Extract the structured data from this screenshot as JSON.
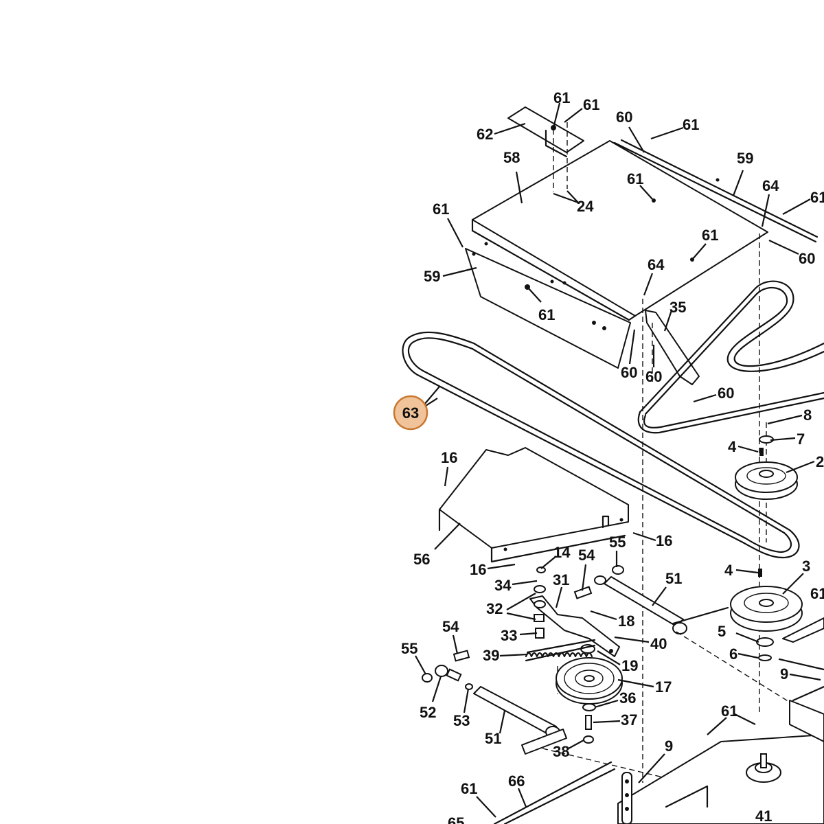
{
  "highlight": {
    "label": "63",
    "fill": "#f0c39a",
    "stroke": "#c8772f"
  },
  "callouts": [
    {
      "id": "c1",
      "label": "61"
    },
    {
      "id": "c2",
      "label": "61"
    },
    {
      "id": "c3",
      "label": "62"
    },
    {
      "id": "c4",
      "label": "60"
    },
    {
      "id": "c5",
      "label": "61"
    },
    {
      "id": "c6",
      "label": "58"
    },
    {
      "id": "c7",
      "label": "59"
    },
    {
      "id": "c8",
      "label": "61"
    },
    {
      "id": "c9",
      "label": "64"
    },
    {
      "id": "c10",
      "label": "61"
    },
    {
      "id": "c11",
      "label": "24"
    },
    {
      "id": "c12",
      "label": "61"
    },
    {
      "id": "c13",
      "label": "59"
    },
    {
      "id": "c14",
      "label": "61"
    },
    {
      "id": "c15",
      "label": "60"
    },
    {
      "id": "c16",
      "label": "64"
    },
    {
      "id": "c17",
      "label": "35"
    },
    {
      "id": "c18",
      "label": "61"
    },
    {
      "id": "c19",
      "label": "60"
    },
    {
      "id": "c20",
      "label": "60"
    },
    {
      "id": "c21",
      "label": "60"
    },
    {
      "id": "c22",
      "label": "8"
    },
    {
      "id": "c23",
      "label": "7"
    },
    {
      "id": "c24",
      "label": "4"
    },
    {
      "id": "c25",
      "label": "2"
    },
    {
      "id": "c26",
      "label": "16"
    },
    {
      "id": "c27",
      "label": "16"
    },
    {
      "id": "c28",
      "label": "55"
    },
    {
      "id": "c29",
      "label": "56"
    },
    {
      "id": "c30",
      "label": "16"
    },
    {
      "id": "c31",
      "label": "14"
    },
    {
      "id": "c32",
      "label": "54"
    },
    {
      "id": "c33",
      "label": "4"
    },
    {
      "id": "c34",
      "label": "3"
    },
    {
      "id": "c35",
      "label": "34"
    },
    {
      "id": "c36",
      "label": "31"
    },
    {
      "id": "c37",
      "label": "51"
    },
    {
      "id": "c38",
      "label": "61"
    },
    {
      "id": "c39",
      "label": "32"
    },
    {
      "id": "c40",
      "label": "18"
    },
    {
      "id": "c41",
      "label": "5"
    },
    {
      "id": "c42",
      "label": "33"
    },
    {
      "id": "c43",
      "label": "40"
    },
    {
      "id": "c44",
      "label": "6"
    },
    {
      "id": "c45",
      "label": "54"
    },
    {
      "id": "c46",
      "label": "55"
    },
    {
      "id": "c47",
      "label": "39"
    },
    {
      "id": "c48",
      "label": "19"
    },
    {
      "id": "c49",
      "label": "9"
    },
    {
      "id": "c50",
      "label": "17"
    },
    {
      "id": "c51",
      "label": "52"
    },
    {
      "id": "c52",
      "label": "53"
    },
    {
      "id": "c53",
      "label": "36"
    },
    {
      "id": "c54",
      "label": "61"
    },
    {
      "id": "c55",
      "label": "37"
    },
    {
      "id": "c56",
      "label": "51"
    },
    {
      "id": "c57",
      "label": "38"
    },
    {
      "id": "c58",
      "label": "9"
    },
    {
      "id": "c59",
      "label": "61"
    },
    {
      "id": "c60",
      "label": "66"
    },
    {
      "id": "c61",
      "label": "41"
    },
    {
      "id": "c62",
      "label": "65"
    }
  ]
}
